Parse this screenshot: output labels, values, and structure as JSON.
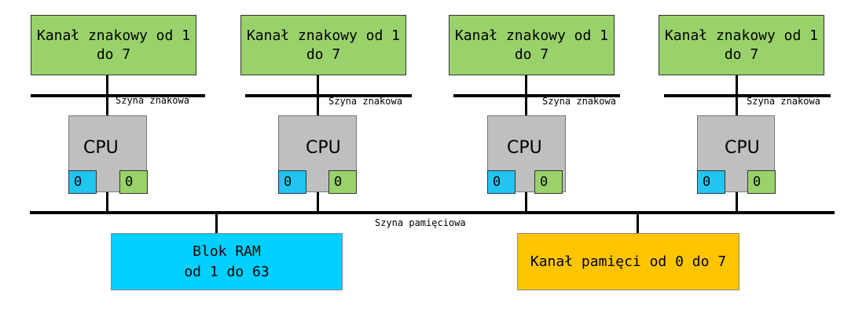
{
  "colors": {
    "channel": "#99d26b",
    "cpu": "#bfbfbf",
    "reg_a": "#20c6f0",
    "reg_b": "#99d26b",
    "ram": "#00cfff",
    "memory_channel": "#ffc500"
  },
  "units": [
    {
      "channel_label": "Kanał znakowy od 1\ndo 7",
      "bus_label": "Szyna znakowa",
      "cpu_label": "CPU",
      "reg_a": "0",
      "reg_b": "0"
    },
    {
      "channel_label": "Kanał znakowy od 1\ndo 7",
      "bus_label": "Szyna znakowa",
      "cpu_label": "CPU",
      "reg_a": "0",
      "reg_b": "0"
    },
    {
      "channel_label": "Kanał znakowy od 1\ndo 7",
      "bus_label": "Szyna znakowa",
      "cpu_label": "CPU",
      "reg_a": "0",
      "reg_b": "0"
    },
    {
      "channel_label": "Kanał znakowy od 1\ndo 7",
      "bus_label": "Szyna znakowa",
      "cpu_label": "CPU",
      "reg_a": "0",
      "reg_b": "0"
    }
  ],
  "memory_bus_label": "Szyna pamięciowa",
  "ram_block": "Blok RAM\nod 1 do 63",
  "memory_channel": "Kanał pamięci od 0 do 7"
}
